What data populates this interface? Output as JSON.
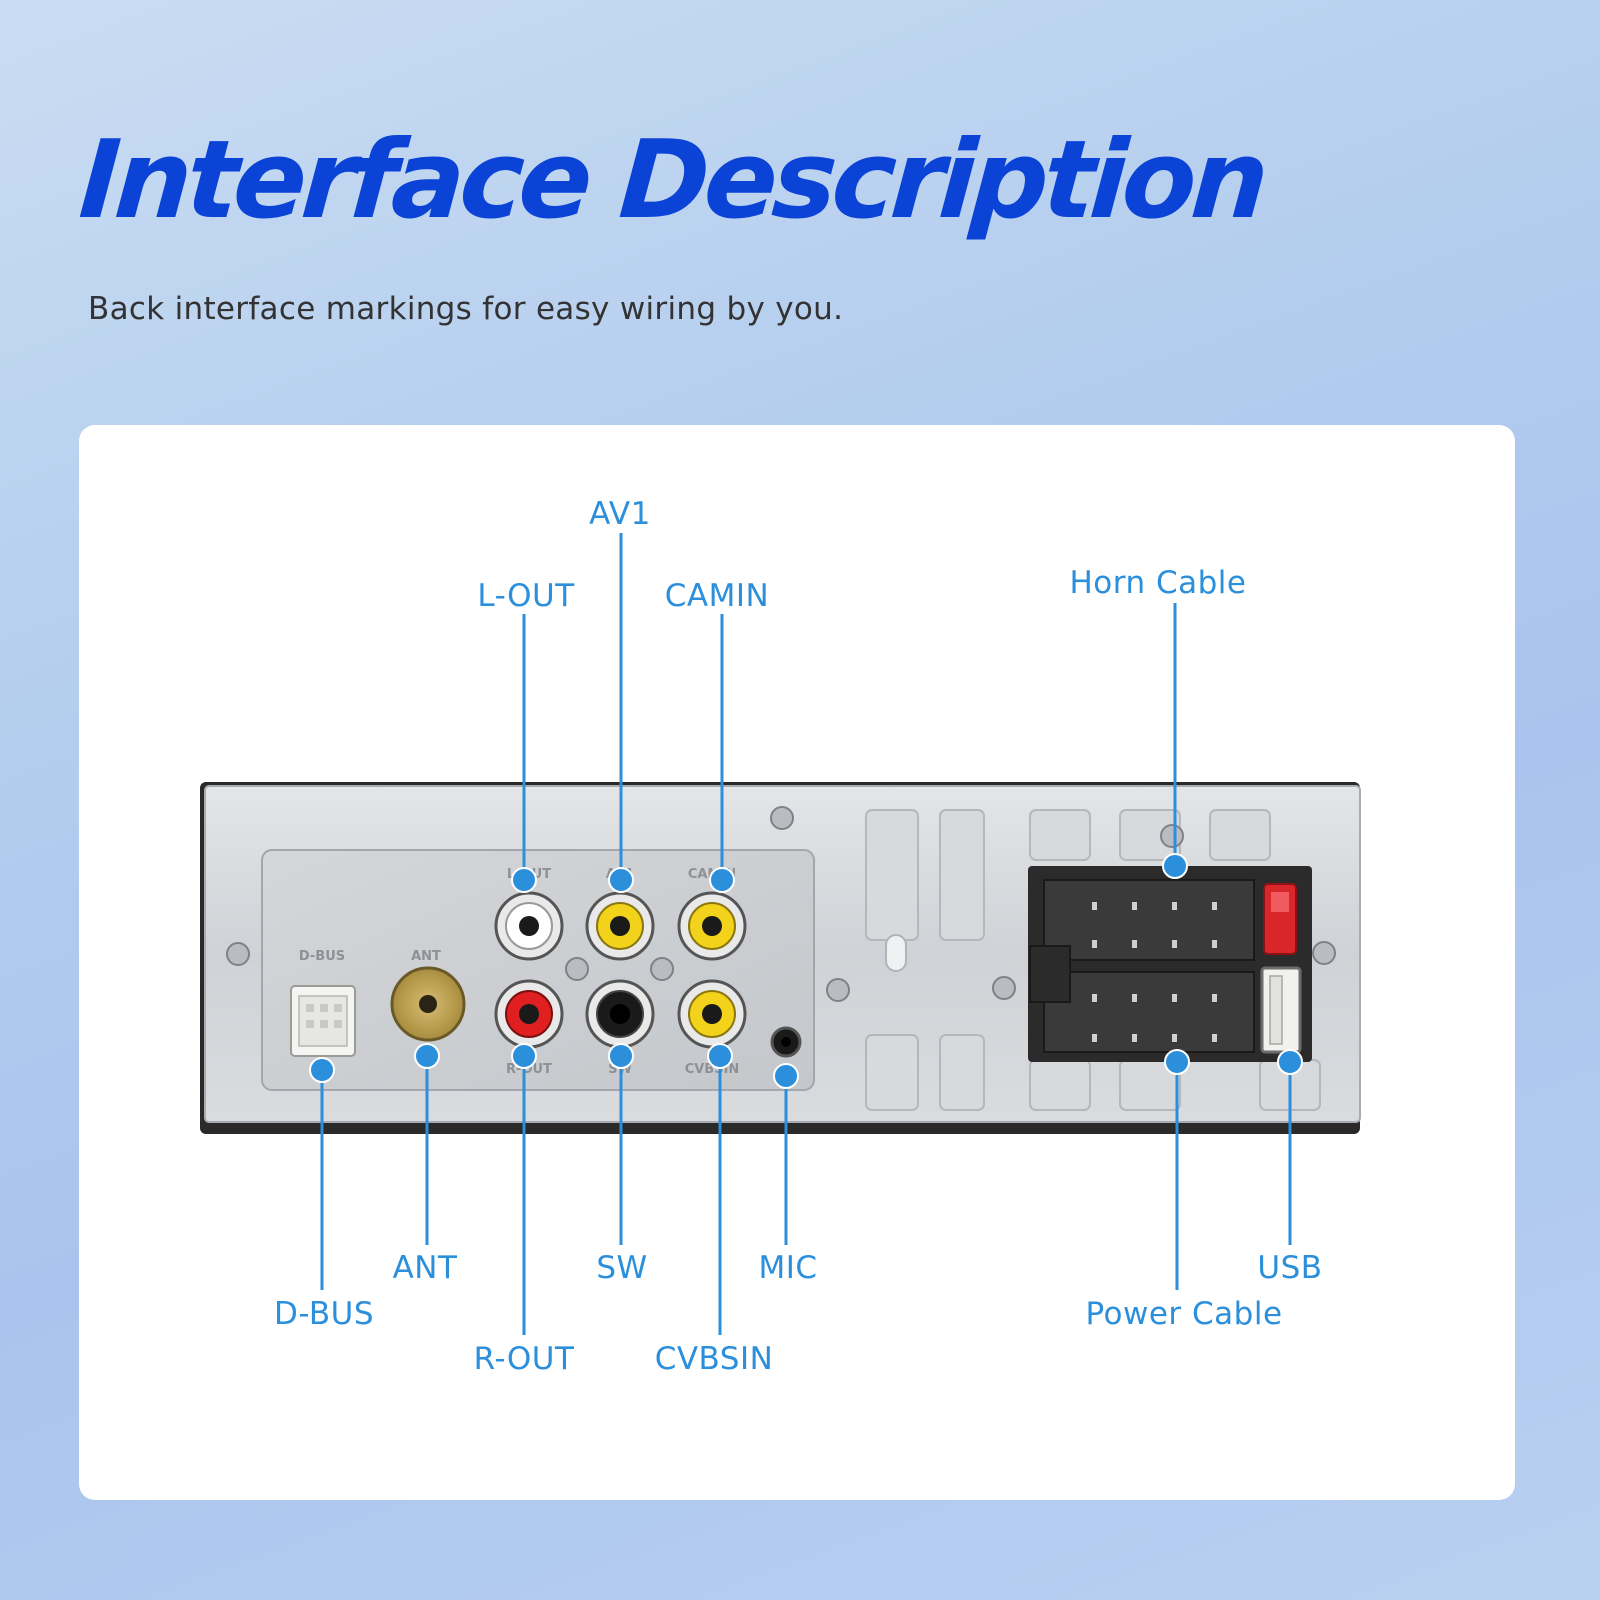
{
  "header": {
    "title": "Interface Description",
    "subtitle": "Back interface markings for easy wiring by you."
  },
  "device": {
    "panel_markings": [
      "D-BUS",
      "ANT",
      "L-OUT",
      "AV1",
      "CAMIN",
      "R-OUT",
      "SW",
      "CVBSIN"
    ]
  },
  "callouts": {
    "top": [
      {
        "id": "l-out",
        "label": "L-OUT"
      },
      {
        "id": "av1",
        "label": "AV1"
      },
      {
        "id": "camin",
        "label": "CAMIN"
      },
      {
        "id": "horn-cable",
        "label": "Horn Cable"
      }
    ],
    "bottom": [
      {
        "id": "d-bus",
        "label": "D-BUS"
      },
      {
        "id": "ant",
        "label": "ANT"
      },
      {
        "id": "r-out",
        "label": "R-OUT"
      },
      {
        "id": "sw",
        "label": "SW"
      },
      {
        "id": "cvbsin",
        "label": "CVBSIN"
      },
      {
        "id": "mic",
        "label": "MIC"
      },
      {
        "id": "power-cable",
        "label": "Power Cable"
      },
      {
        "id": "usb",
        "label": "USB"
      }
    ]
  },
  "colors": {
    "title": "#0b43d6",
    "callout": "#2b8fdc",
    "rca_white": "#ffffff",
    "rca_yellow": "#f2d21b",
    "rca_red": "#e02020",
    "rca_black": "#1a1a1a",
    "fuse": "#d8262b"
  }
}
